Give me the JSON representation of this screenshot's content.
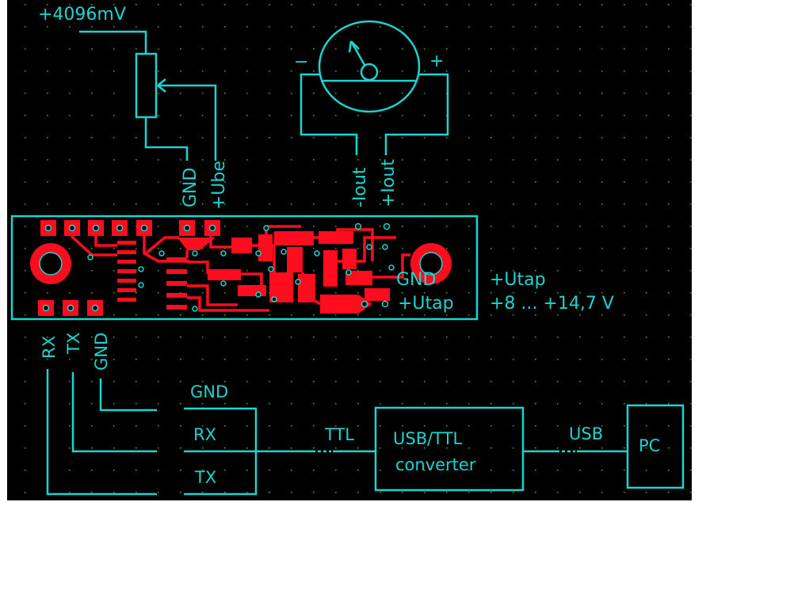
{
  "colors": {
    "background": "#000000",
    "wire": "#1ad5d0",
    "copper": "#ff0c1f",
    "grid": "#2e9a3c",
    "page": "#ffffff"
  },
  "labels": {
    "supply_voltage": "+4096mV",
    "pot_gnd": "GND",
    "pot_ube": "+Ube",
    "meter_minus": "−",
    "meter_plus": "+",
    "iout_minus": "-Iout",
    "iout_plus": "+Iout",
    "board_gnd": "GND",
    "board_utap": "+Utap",
    "ext_utap": "+Utap",
    "ext_range": "+8 ... +14,7 V",
    "pin_rx": "RX",
    "pin_tx": "TX",
    "pin_gnd": "GND",
    "conn_gnd": "GND",
    "conn_rx": "RX",
    "conn_tx": "TX",
    "ttl": "TTL",
    "converter_line1": "USB/TTL",
    "converter_line2": "converter",
    "usb": "USB",
    "pc": "PC"
  },
  "icons": {
    "potentiometer": "potentiometer-icon",
    "meter": "ammeter-icon",
    "pcb": "pcb-board-icon"
  }
}
